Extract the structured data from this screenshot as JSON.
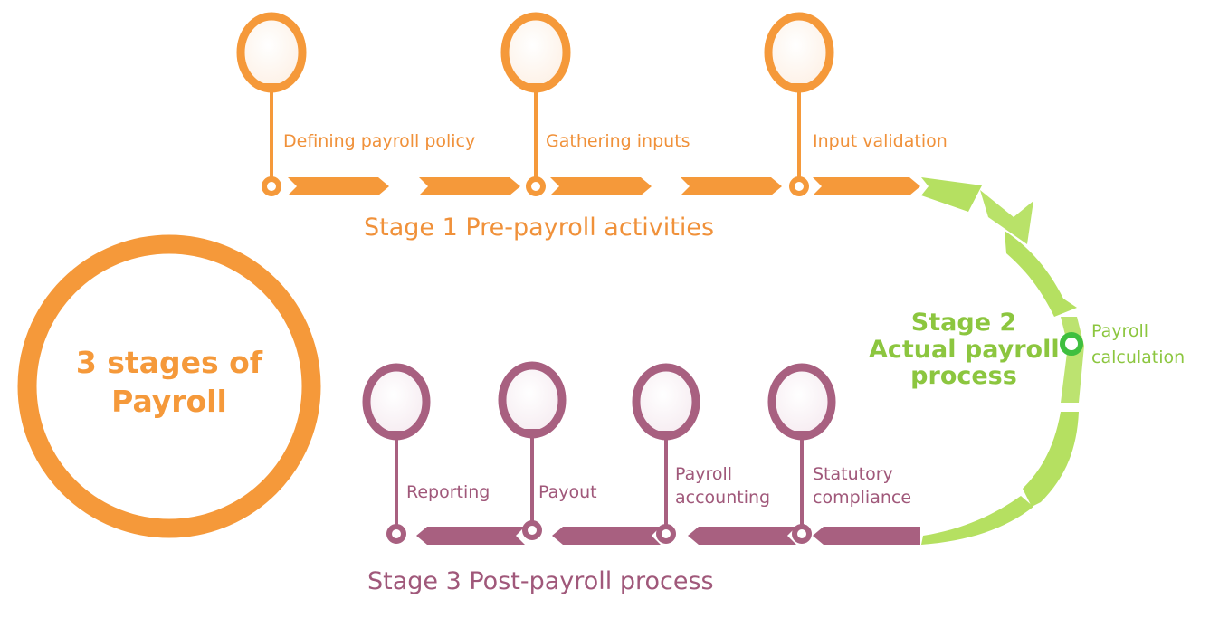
{
  "center": {
    "line1": "3 stages of",
    "line2": "Payroll"
  },
  "stage1": {
    "title": "Stage 1 Pre-payroll activities",
    "steps": [
      "Defining payroll policy",
      "Gathering inputs",
      "Input validation"
    ]
  },
  "stage2": {
    "title_line1": "Stage 2",
    "title_line2": "Actual payroll",
    "title_line3": "process",
    "step_line1": "Payroll",
    "step_line2": "calculation"
  },
  "stage3": {
    "title": "Stage 3 Post-payroll process",
    "steps": [
      {
        "line1": "Reporting",
        "line2": ""
      },
      {
        "line1": "Payout",
        "line2": ""
      },
      {
        "line1": "Payroll",
        "line2": "accounting"
      },
      {
        "line1": "Statutory",
        "line2": "compliance"
      }
    ]
  },
  "colors": {
    "stage1": "#f5993a",
    "stage2": "#b5e061",
    "stage3": "#a86080",
    "stage2_marker": "#3fbf3f"
  }
}
